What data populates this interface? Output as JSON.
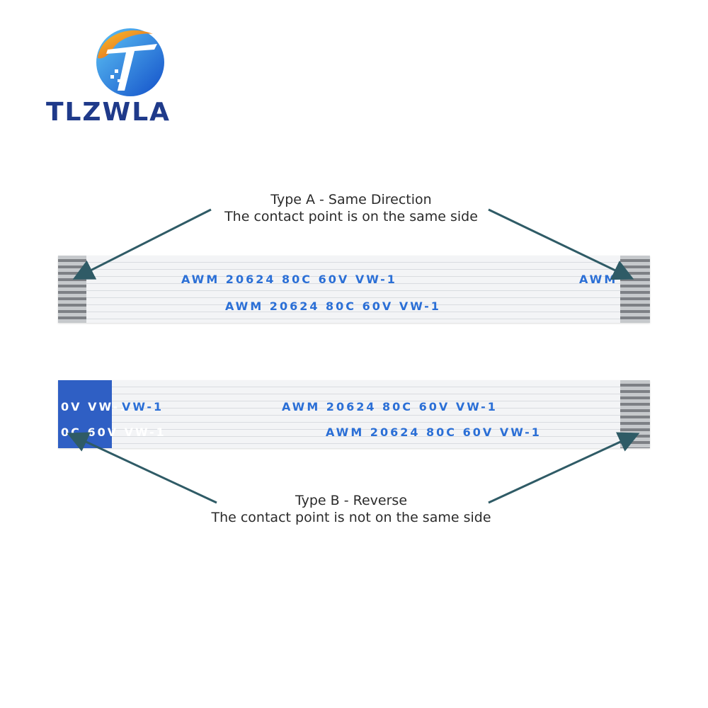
{
  "brand": {
    "name": "TLZWLA",
    "colors": {
      "text": "#1f3a8a",
      "globe_orange": "#f39a1e",
      "globe_blue": "#1e7ee0"
    }
  },
  "captions": {
    "type_a": {
      "title": "Type A - Same Direction",
      "description": "The contact point is on the same side"
    },
    "type_b": {
      "title": "Type B - Reverse",
      "description": "The contact point is not on the same side"
    }
  },
  "cable_print": {
    "full": "AWM  20624  80C  60V  VW-1",
    "fragment_awm": "AWM",
    "fragment_vw": "0V  VW-1",
    "fragment_c60": "0C  60V  VW-1"
  },
  "colors": {
    "arrow": "#2f5b66",
    "print": "#2b6fd6",
    "stiffener": "#2f5fc4"
  }
}
